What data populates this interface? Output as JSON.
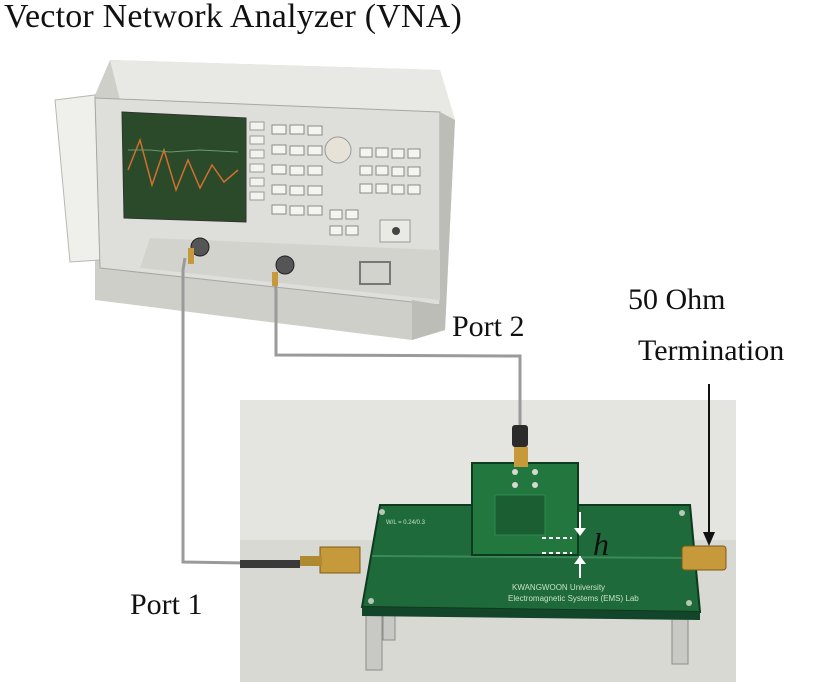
{
  "title": "Vector Network Analyzer (VNA)",
  "labels": {
    "port2": "Port 2",
    "port1": "Port 1",
    "termination_line1": "50 Ohm",
    "termination_line2": "Termination",
    "height_symbol": "h"
  },
  "colors": {
    "pcb_green": "#1e6a3a",
    "cable_gray": "#9a9a9a",
    "vna_body": "#dcdcd6",
    "screen_green": "#2a5a30",
    "connector_brass": "#c69a3a"
  }
}
